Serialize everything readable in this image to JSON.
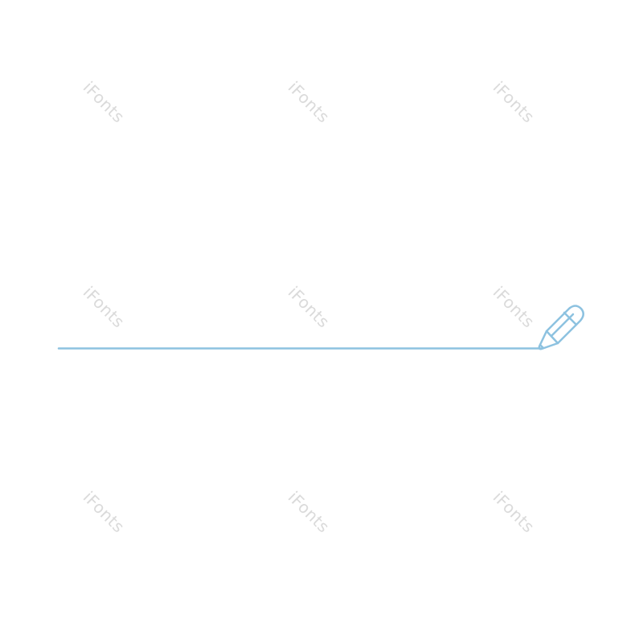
{
  "watermarks": [
    {
      "text": "iFonts"
    },
    {
      "text": "iFonts"
    },
    {
      "text": "iFonts"
    },
    {
      "text": "iFonts"
    },
    {
      "text": "iFonts"
    },
    {
      "text": "iFonts"
    },
    {
      "text": "iFonts"
    },
    {
      "text": "iFonts"
    },
    {
      "text": "iFonts"
    }
  ],
  "colors": {
    "line": "#8dc2e0",
    "watermark": "#dadada",
    "background": "#ffffff"
  },
  "icons": {
    "pencil": "pencil-icon"
  }
}
